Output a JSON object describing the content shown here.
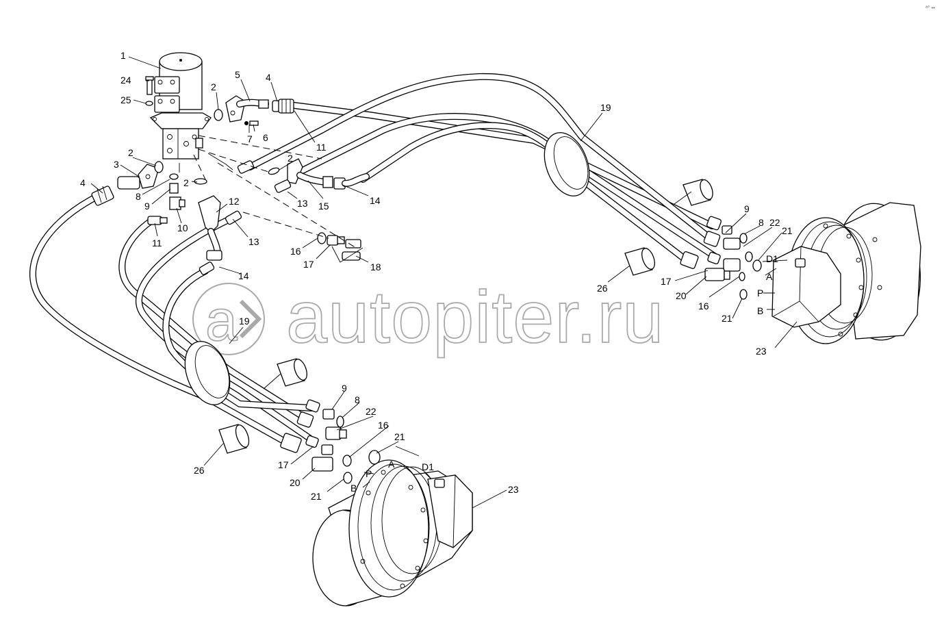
{
  "watermark": {
    "text": "autopiter.ru"
  },
  "corner_mark": "ª° ••",
  "labels": {
    "n1": "1",
    "n24": "24",
    "n25": "25",
    "n2a": "2",
    "n5": "5",
    "n4a": "4",
    "n7": "7",
    "n6": "6",
    "n11a": "11",
    "n2b": "2",
    "n3": "3",
    "n4b": "4",
    "n8a": "8",
    "n9a": "9",
    "n2c": "2",
    "n10": "10",
    "n11b": "11",
    "n12": "12",
    "n13a": "13",
    "n2d": "2",
    "n13b": "13",
    "n15": "15",
    "n14a": "14",
    "n16a": "16",
    "n17a": "17",
    "n18": "18",
    "n14b": "14",
    "n19a": "19",
    "n19b": "19",
    "n26a": "26",
    "n26b": "26",
    "n9b": "9",
    "n8b": "8",
    "n22a": "22",
    "n21a": "21",
    "nD1a": "D1",
    "nAa": "A",
    "n17b": "17",
    "n20a": "20",
    "n16b": "16",
    "nPa": "P",
    "n21b": "21",
    "nBa": "B",
    "n23a": "23",
    "n9c": "9",
    "n8c": "8",
    "n22b": "22",
    "n16c": "16",
    "n21c": "21",
    "nAb": "A",
    "nD1b": "D1",
    "n17c": "17",
    "nPb": "P",
    "n20b": "20",
    "n21d": "21",
    "nBb": "B",
    "n23b": "23"
  }
}
